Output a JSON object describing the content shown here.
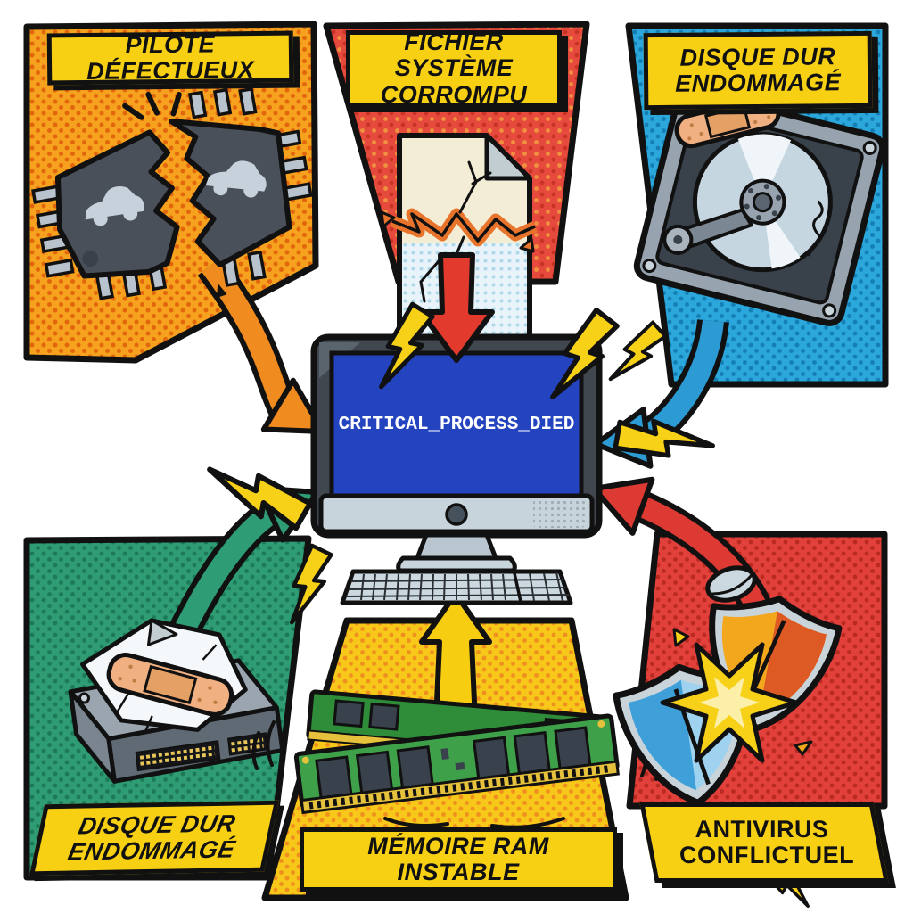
{
  "poster": {
    "screen_text": "CRITICAL_PROCESS_DIED",
    "background": "#FFFFFF",
    "label_box_color": "#F8D013",
    "bolt_color": "#F7D117",
    "monitor": {
      "device": "desktop-monitor-with-keyboard-and-mouse",
      "screen_color": "#2443BF"
    },
    "panels": [
      {
        "label": "PILOTE DÉFECTUEUX",
        "position": "top-left",
        "panel_color": "#F6A21F",
        "icon": "broken-chip-icon",
        "arrow_color": "#EF8B1F"
      },
      {
        "label": "FICHIER SYSTÈME CORROMPU",
        "position": "top-center",
        "panel_color": "#E64A3C",
        "icon": "cracked-file-icon",
        "arrow_color": "#E23B2E"
      },
      {
        "label": "DISQUE DUR ENDOMMAGÉ",
        "position": "top-right",
        "panel_color": "#2BA7DB",
        "icon": "damaged-hard-drive-icon",
        "arrow_color": "#2C9BD4"
      },
      {
        "label": "DISQUE DUR ENDOMMAGÉ",
        "position": "bottom-left",
        "panel_color": "#2F9C74",
        "icon": "bandaged-hard-drive-icon",
        "arrow_color": "#2E9C74"
      },
      {
        "label": "MÉMOIRE RAM INSTABLE",
        "position": "bottom-center",
        "panel_color": "#F7C81A",
        "icon": "unstable-ram-icon",
        "arrow_color": "#F7CD12"
      },
      {
        "label": "ANTIVIRUS CONFLICTUEL",
        "position": "bottom-right",
        "panel_color": "#E2403A",
        "icon": "clashing-shields-icon",
        "arrow_color": "#DD3A33"
      }
    ]
  }
}
